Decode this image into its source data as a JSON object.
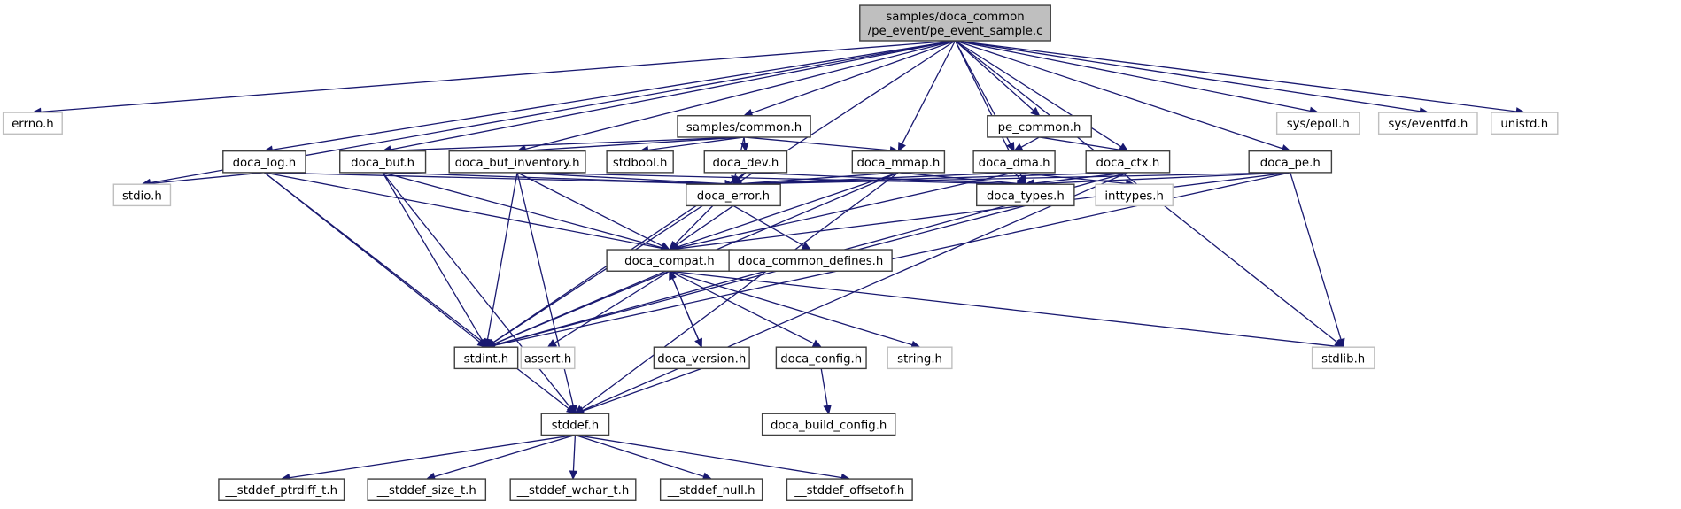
{
  "diagram": {
    "title": "samples/doca_common/pe_event/pe_event_sample.c",
    "edge_color": "#191970",
    "nodes": [
      {
        "id": "root",
        "lines": [
          "samples/doca_common",
          "/pe_event/pe_event_sample.c"
        ],
        "kind": "root"
      },
      {
        "id": "errno",
        "lines": [
          "errno.h"
        ],
        "kind": "external"
      },
      {
        "id": "samples_common",
        "lines": [
          "samples/common.h"
        ],
        "kind": "documented"
      },
      {
        "id": "pe_common",
        "lines": [
          "pe_common.h"
        ],
        "kind": "documented"
      },
      {
        "id": "sys_epoll",
        "lines": [
          "sys/epoll.h"
        ],
        "kind": "external"
      },
      {
        "id": "sys_eventfd",
        "lines": [
          "sys/eventfd.h"
        ],
        "kind": "external"
      },
      {
        "id": "unistd",
        "lines": [
          "unistd.h"
        ],
        "kind": "external"
      },
      {
        "id": "doca_log",
        "lines": [
          "doca_log.h"
        ],
        "kind": "documented"
      },
      {
        "id": "doca_buf",
        "lines": [
          "doca_buf.h"
        ],
        "kind": "documented"
      },
      {
        "id": "doca_buf_inventory",
        "lines": [
          "doca_buf_inventory.h"
        ],
        "kind": "documented"
      },
      {
        "id": "stdbool",
        "lines": [
          "stdbool.h"
        ],
        "kind": "documented"
      },
      {
        "id": "doca_dev",
        "lines": [
          "doca_dev.h"
        ],
        "kind": "documented"
      },
      {
        "id": "doca_mmap",
        "lines": [
          "doca_mmap.h"
        ],
        "kind": "documented"
      },
      {
        "id": "doca_dma",
        "lines": [
          "doca_dma.h"
        ],
        "kind": "documented"
      },
      {
        "id": "doca_ctx",
        "lines": [
          "doca_ctx.h"
        ],
        "kind": "documented"
      },
      {
        "id": "doca_pe",
        "lines": [
          "doca_pe.h"
        ],
        "kind": "documented"
      },
      {
        "id": "stdio",
        "lines": [
          "stdio.h"
        ],
        "kind": "external"
      },
      {
        "id": "doca_error",
        "lines": [
          "doca_error.h"
        ],
        "kind": "documented"
      },
      {
        "id": "doca_types",
        "lines": [
          "doca_types.h"
        ],
        "kind": "documented"
      },
      {
        "id": "inttypes",
        "lines": [
          "inttypes.h"
        ],
        "kind": "external"
      },
      {
        "id": "doca_compat",
        "lines": [
          "doca_compat.h"
        ],
        "kind": "documented"
      },
      {
        "id": "doca_common_defines",
        "lines": [
          "doca_common_defines.h"
        ],
        "kind": "documented"
      },
      {
        "id": "stdint",
        "lines": [
          "stdint.h"
        ],
        "kind": "documented"
      },
      {
        "id": "assert",
        "lines": [
          "assert.h"
        ],
        "kind": "external"
      },
      {
        "id": "doca_version",
        "lines": [
          "doca_version.h"
        ],
        "kind": "documented"
      },
      {
        "id": "doca_config",
        "lines": [
          "doca_config.h"
        ],
        "kind": "documented"
      },
      {
        "id": "string",
        "lines": [
          "string.h"
        ],
        "kind": "external"
      },
      {
        "id": "stdlib",
        "lines": [
          "stdlib.h"
        ],
        "kind": "external"
      },
      {
        "id": "stddef",
        "lines": [
          "stddef.h"
        ],
        "kind": "documented"
      },
      {
        "id": "doca_build_config",
        "lines": [
          "doca_build_config.h"
        ],
        "kind": "documented"
      },
      {
        "id": "stddef_ptrdiff_t",
        "lines": [
          "__stddef_ptrdiff_t.h"
        ],
        "kind": "documented"
      },
      {
        "id": "stddef_size_t",
        "lines": [
          "__stddef_size_t.h"
        ],
        "kind": "documented"
      },
      {
        "id": "stddef_wchar_t",
        "lines": [
          "__stddef_wchar_t.h"
        ],
        "kind": "documented"
      },
      {
        "id": "stddef_null",
        "lines": [
          "__stddef_null.h"
        ],
        "kind": "documented"
      },
      {
        "id": "stddef_offsetof",
        "lines": [
          "__stddef_offsetof.h"
        ],
        "kind": "documented"
      }
    ],
    "edges": [
      [
        "root",
        "errno"
      ],
      [
        "root",
        "samples_common"
      ],
      [
        "root",
        "pe_common"
      ],
      [
        "root",
        "sys_epoll"
      ],
      [
        "root",
        "sys_eventfd"
      ],
      [
        "root",
        "unistd"
      ],
      [
        "root",
        "doca_log"
      ],
      [
        "root",
        "doca_buf"
      ],
      [
        "root",
        "doca_buf_inventory"
      ],
      [
        "root",
        "doca_mmap"
      ],
      [
        "root",
        "doca_dma"
      ],
      [
        "root",
        "doca_ctx"
      ],
      [
        "root",
        "doca_pe"
      ],
      [
        "root",
        "stdio"
      ],
      [
        "root",
        "stdint"
      ],
      [
        "root",
        "stdlib"
      ],
      [
        "root",
        "doca_types"
      ],
      [
        "samples_common",
        "doca_buf"
      ],
      [
        "samples_common",
        "doca_buf_inventory"
      ],
      [
        "samples_common",
        "stdbool"
      ],
      [
        "samples_common",
        "doca_dev"
      ],
      [
        "samples_common",
        "doca_mmap"
      ],
      [
        "samples_common",
        "doca_error"
      ],
      [
        "pe_common",
        "doca_dma"
      ],
      [
        "pe_common",
        "doca_ctx"
      ],
      [
        "doca_log",
        "stdio"
      ],
      [
        "doca_log",
        "doca_error"
      ],
      [
        "doca_log",
        "doca_compat"
      ],
      [
        "doca_log",
        "stdint"
      ],
      [
        "doca_log",
        "stddef"
      ],
      [
        "doca_buf",
        "doca_error"
      ],
      [
        "doca_buf",
        "doca_compat"
      ],
      [
        "doca_buf",
        "stdint"
      ],
      [
        "doca_buf",
        "stddef"
      ],
      [
        "doca_buf_inventory",
        "doca_error"
      ],
      [
        "doca_buf_inventory",
        "doca_compat"
      ],
      [
        "doca_buf_inventory",
        "stdint"
      ],
      [
        "doca_buf_inventory",
        "stddef"
      ],
      [
        "doca_buf_inventory",
        "doca_types"
      ],
      [
        "doca_dev",
        "doca_error"
      ],
      [
        "doca_dev",
        "doca_compat"
      ],
      [
        "doca_dev",
        "stdint"
      ],
      [
        "doca_dev",
        "doca_types"
      ],
      [
        "doca_mmap",
        "doca_error"
      ],
      [
        "doca_mmap",
        "doca_compat"
      ],
      [
        "doca_mmap",
        "doca_types"
      ],
      [
        "doca_mmap",
        "stdint"
      ],
      [
        "doca_mmap",
        "stddef"
      ],
      [
        "doca_dma",
        "doca_error"
      ],
      [
        "doca_dma",
        "doca_types"
      ],
      [
        "doca_dma",
        "doca_compat"
      ],
      [
        "doca_dma",
        "inttypes"
      ],
      [
        "doca_ctx",
        "doca_error"
      ],
      [
        "doca_ctx",
        "doca_types"
      ],
      [
        "doca_ctx",
        "stdint"
      ],
      [
        "doca_ctx",
        "stddef"
      ],
      [
        "doca_pe",
        "doca_error"
      ],
      [
        "doca_pe",
        "doca_types"
      ],
      [
        "doca_pe",
        "doca_compat"
      ],
      [
        "doca_pe",
        "stdint"
      ],
      [
        "doca_pe",
        "stdlib"
      ],
      [
        "doca_error",
        "doca_compat"
      ],
      [
        "doca_error",
        "doca_common_defines"
      ],
      [
        "doca_types",
        "stdint"
      ],
      [
        "doca_compat",
        "stdint"
      ],
      [
        "doca_compat",
        "assert"
      ],
      [
        "doca_compat",
        "doca_version"
      ],
      [
        "doca_compat",
        "doca_config"
      ],
      [
        "doca_compat",
        "string"
      ],
      [
        "doca_compat",
        "stdlib"
      ],
      [
        "doca_version",
        "doca_compat"
      ],
      [
        "doca_version",
        "stddef"
      ],
      [
        "doca_config",
        "doca_build_config"
      ],
      [
        "stddef",
        "stddef_ptrdiff_t"
      ],
      [
        "stddef",
        "stddef_size_t"
      ],
      [
        "stddef",
        "stddef_wchar_t"
      ],
      [
        "stddef",
        "stddef_null"
      ],
      [
        "stddef",
        "stddef_offsetof"
      ]
    ]
  }
}
